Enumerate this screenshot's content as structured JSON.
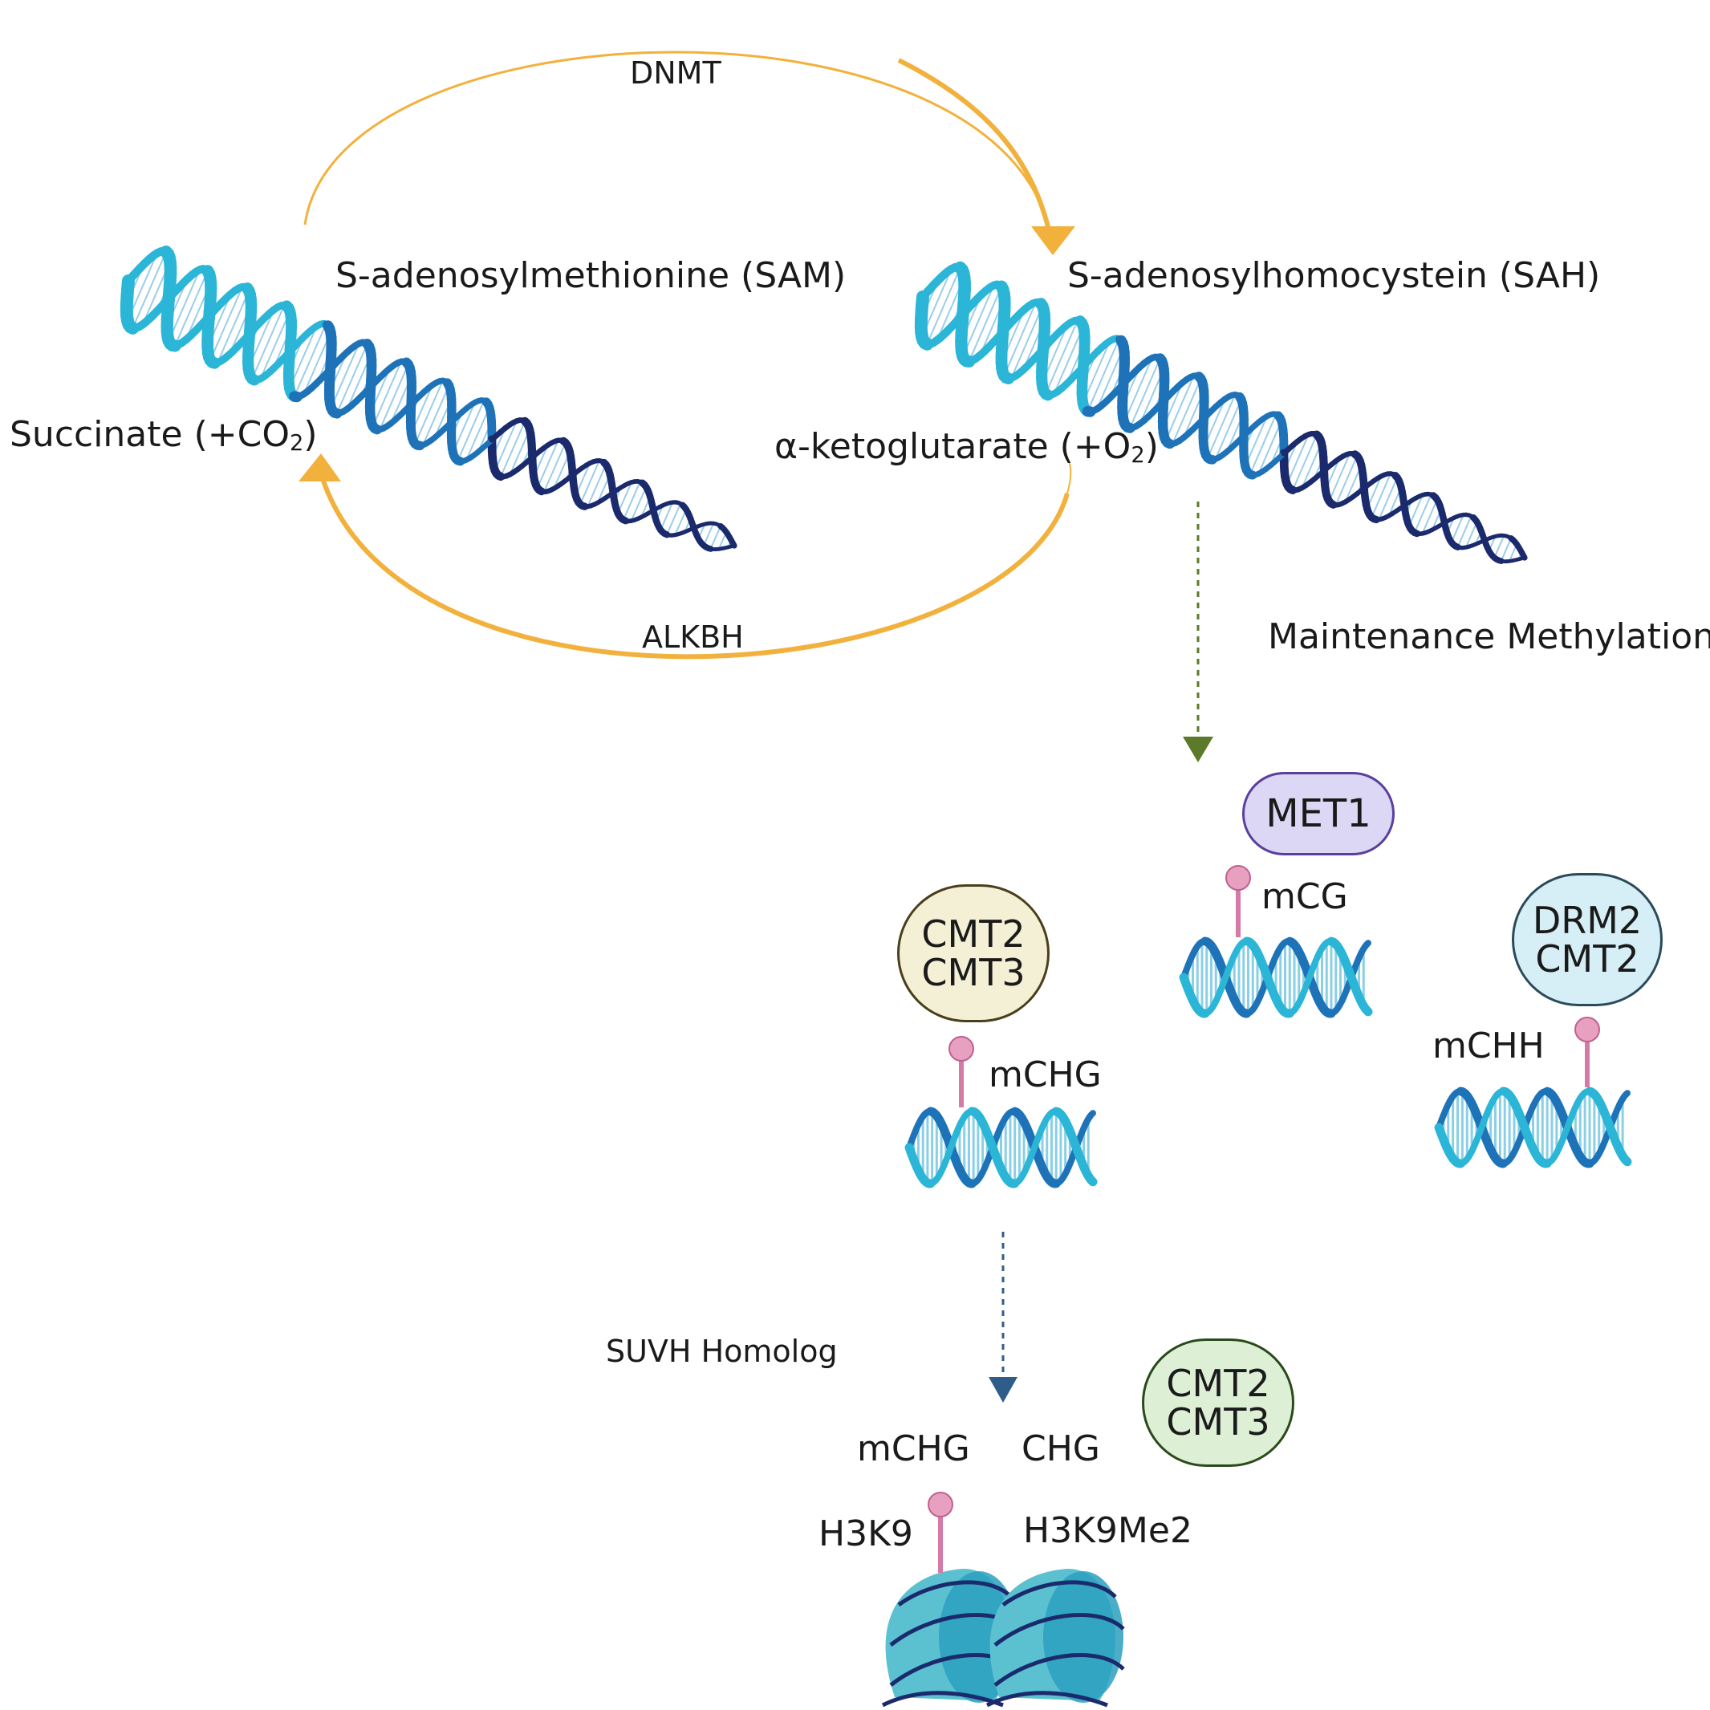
{
  "labels": {
    "dnmt": "DNMT",
    "alkbh": "ALKBH",
    "sam": "S-adenosylmethionine (SAM)",
    "sah": "S-adenosylhomocystein (SAH)",
    "succinate_main": "Succinate (+CO",
    "succinate_sub": "2",
    "succinate_end": ")",
    "aketo_main": "α-ketoglutarate (+O",
    "aketo_sub": "2",
    "aketo_end": ")",
    "maintenance": "Maintenance Methylation",
    "mcg": "mCG",
    "mchg": "mCHG",
    "mchh": "mCHH",
    "suvh": "SUVH Homolog",
    "mchg_bottom": "mCHG",
    "chg_bottom": "CHG",
    "h3k9": "H3K9",
    "h3k9me2": "H3K9Me2"
  },
  "enzymes": {
    "met1": "MET1",
    "cmt_top_1": "CMT2",
    "cmt_top_2": "CMT3",
    "drm_1": "DRM2",
    "drm_2": "CMT2",
    "cmt_bottom_1": "CMT2",
    "cmt_bottom_2": "CMT3"
  },
  "colors": {
    "cycle_arrow": "#F2B13C",
    "green_arrow": "#5B7A2A",
    "blue_arrow": "#2F5D8A",
    "dna_light": "#2BB5D6",
    "dna_mid": "#1E73B8",
    "dna_dark": "#1A2A6C",
    "met1_fill": "#DCD7F4",
    "met1_border": "#5A3F9E",
    "cmt_top_fill": "#F4F0D6",
    "cmt_top_border": "#4A3F1A",
    "drm_fill": "#D6EEF5",
    "drm_border": "#2A4A5A",
    "cmt_bottom_fill": "#DDF0D6",
    "cmt_bottom_border": "#2A4A1A",
    "methyl_pin": "#E8A0C0",
    "nucleosome": "#5BC0D0",
    "nucleosome_wrap": "#1A2A6C"
  }
}
